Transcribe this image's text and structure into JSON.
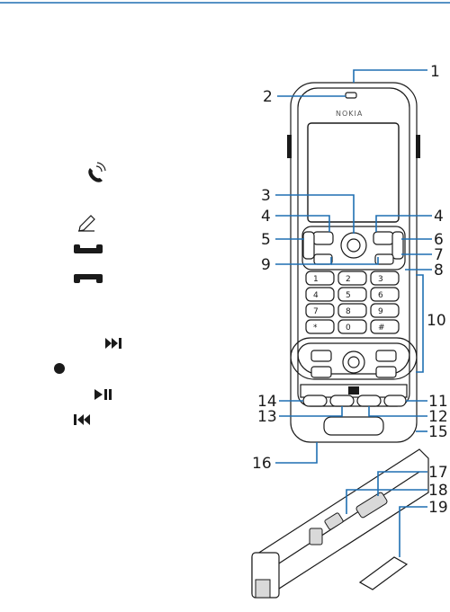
{
  "brand_text": "NOKIA",
  "keypad_keys": [
    "1",
    "2",
    "3",
    "4",
    "5",
    "6",
    "7",
    "8",
    "9",
    "*",
    "0",
    "#"
  ],
  "callouts": [
    "1",
    "2",
    "3",
    "4",
    "4",
    "5",
    "6",
    "7",
    "8",
    "9",
    "10",
    "11",
    "12",
    "13",
    "14",
    "15",
    "16",
    "17",
    "18",
    "19"
  ],
  "legend_icons": [
    "voice-dial-icon",
    "pencil-icon",
    "call-key-icon",
    "end-key-icon",
    "next-track-icon",
    "record-dot-icon",
    "play-pause-icon",
    "previous-track-icon"
  ],
  "colors": {
    "leader_line": "#1f6fb2",
    "header_rule": "#1f6fb2",
    "ink": "#1a1a1a"
  }
}
